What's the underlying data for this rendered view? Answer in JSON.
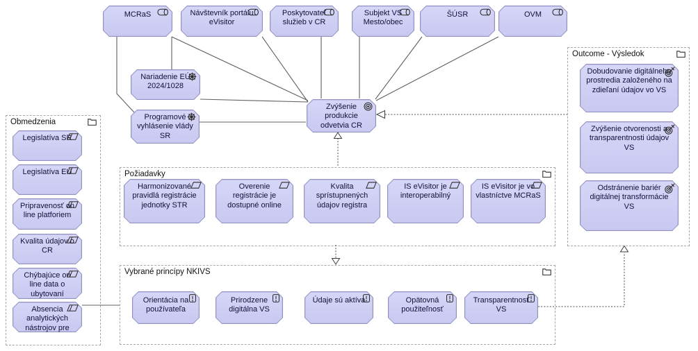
{
  "stakeholders": [
    "MCRaS",
    "Návštevník portálu eVisitor",
    "Poskytovateľ služieb v CR",
    "Subjekt VS Mesto/obec",
    "ŠÚSR",
    "OVM"
  ],
  "drivers": [
    "Nariadenie EÚ 2024/1028",
    "Programové vyhlásenie vlády SR"
  ],
  "goal": "Zvýšenie produkcie odvetvia CR",
  "groups": {
    "obmedzenia": {
      "title": "Obmedzenia",
      "items": [
        "Legislatíva SR",
        "Legislatíva EÚ",
        "Pripravenosť on line platforiem",
        "Kvalita údajov o CR",
        "Chýbajúce on line data o ubytovaní",
        "Absencia analytických nástrojov pre"
      ]
    },
    "poziadavky": {
      "title": "Požiadavky",
      "items": [
        "Harmonizované pravidlá registrácie jednotky STR",
        "Overenie registrácie je dostupné online",
        "Kvalita sprístupnených údajov registra",
        "IS eVisitor je interoperabilný",
        "IS eVisitor je vo vlastníctve MCRaS"
      ]
    },
    "principy": {
      "title": "Vybrané princípy NKIVS",
      "items": [
        "Orientácia na používateľa",
        "Prirodzene digitálna VS",
        "Údaje sú aktíva",
        "Opätovná použiteľnosť",
        "Transparentnosť VS"
      ]
    },
    "outcome": {
      "title": "Outcome - Výsledok",
      "items": [
        "Dobudovanie digitálneho prostredia založeného na zdieľaní údajov vo VS",
        "Zvýšenie otvorenosti a transparentnosti údajov VS",
        "Odstránenie bariér digitálnej transformácie VS"
      ]
    }
  },
  "colors": {
    "element_fill": "#ccccf4",
    "element_border": "#9090c2",
    "text": "#10103a",
    "group_border": "#a6a6a6",
    "connector": "#5f5f5f"
  }
}
